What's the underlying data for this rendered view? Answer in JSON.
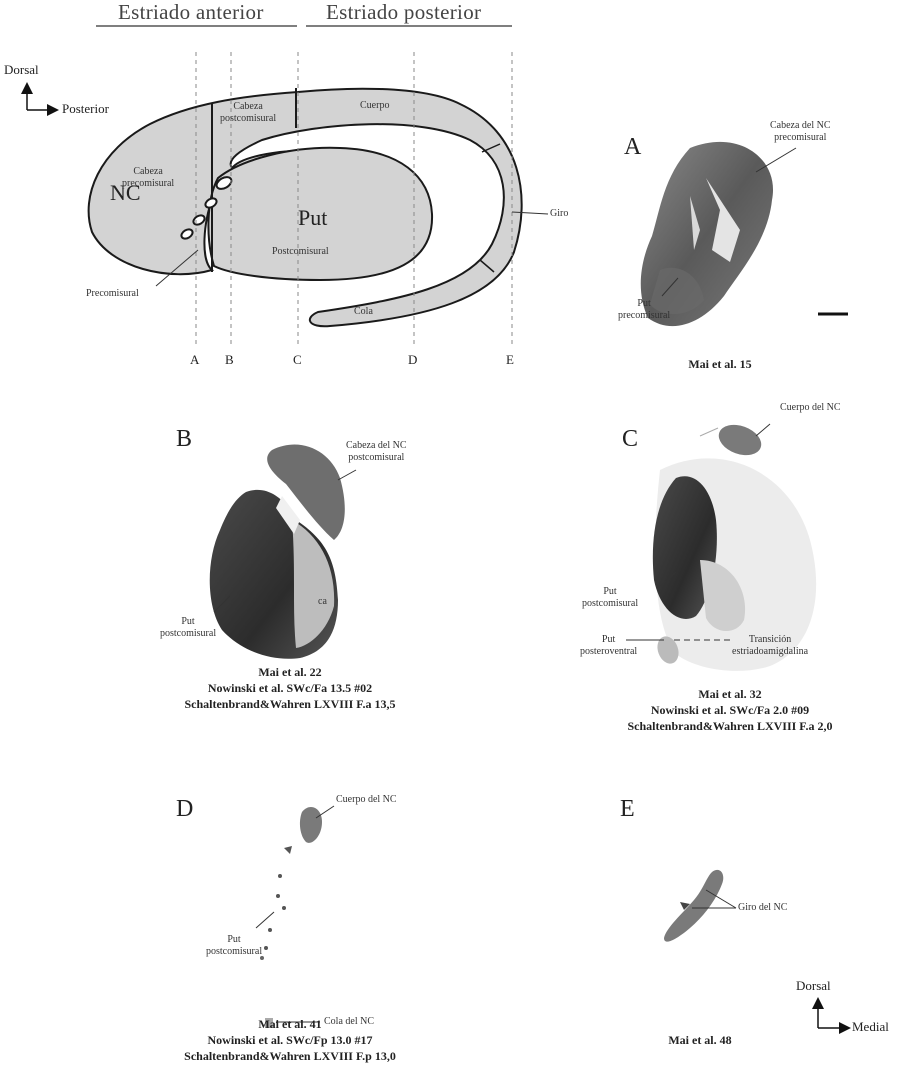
{
  "header": {
    "anterior": "Estriado anterior",
    "posterior": "Estriado posterior"
  },
  "orientation_top": {
    "up": "Dorsal",
    "right": "Posterior"
  },
  "orientation_bottom": {
    "up": "Dorsal",
    "right": "Medial"
  },
  "schematic": {
    "nc": "NC",
    "put": "Put",
    "postcomisural": "Postcomisural",
    "cabeza_precomisural": [
      "Cabeza",
      "precomisural"
    ],
    "cabeza_postcomisural": [
      "Cabeza",
      "postcomisural"
    ],
    "cuerpo": "Cuerpo",
    "giro": "Giro",
    "cola": "Cola",
    "precomisural": "Precomisural",
    "cuts": [
      "A",
      "B",
      "C",
      "D",
      "E"
    ]
  },
  "panels": {
    "A": {
      "letter": "A",
      "labels": {
        "cabeza": [
          "Cabeza del NC",
          "precomisural"
        ],
        "put": [
          "Put",
          "precomisural"
        ]
      },
      "caption": [
        "Mai et al. 15"
      ]
    },
    "B": {
      "letter": "B",
      "labels": {
        "cabeza": [
          "Cabeza del NC",
          "postcomisural"
        ],
        "put": [
          "Put",
          "postcomisural"
        ],
        "ca": "ca"
      },
      "caption": [
        "Mai et al. 22",
        "Nowinski et al. SWc/Fa 13.5 #02",
        "Schaltenbrand&Wahren LXVIII F.a 13,5"
      ]
    },
    "C": {
      "letter": "C",
      "labels": {
        "cuerpo": "Cuerpo del NC",
        "put": [
          "Put",
          "postcomisural"
        ],
        "putpv": [
          "Put",
          "posteroventral"
        ],
        "trans": [
          "Transición",
          "estriadoamigdalina"
        ]
      },
      "caption": [
        "Mai et al. 32",
        "Nowinski et al. SWc/Fa 2.0 #09",
        "Schaltenbrand&Wahren LXVIII F.a 2,0"
      ]
    },
    "D": {
      "letter": "D",
      "labels": {
        "cuerpo": "Cuerpo del NC",
        "put": [
          "Put",
          "postcomisural"
        ],
        "cola": "Cola del NC"
      },
      "caption": [
        "Mai et al. 41",
        "Nowinski et al. SWc/Fp 13.0 #17",
        "Schaltenbrand&Wahren LXVIII F.p 13,0"
      ]
    },
    "E": {
      "letter": "E",
      "labels": {
        "giro": "Giro del NC"
      },
      "caption": [
        "Mai et al. 48"
      ]
    }
  }
}
